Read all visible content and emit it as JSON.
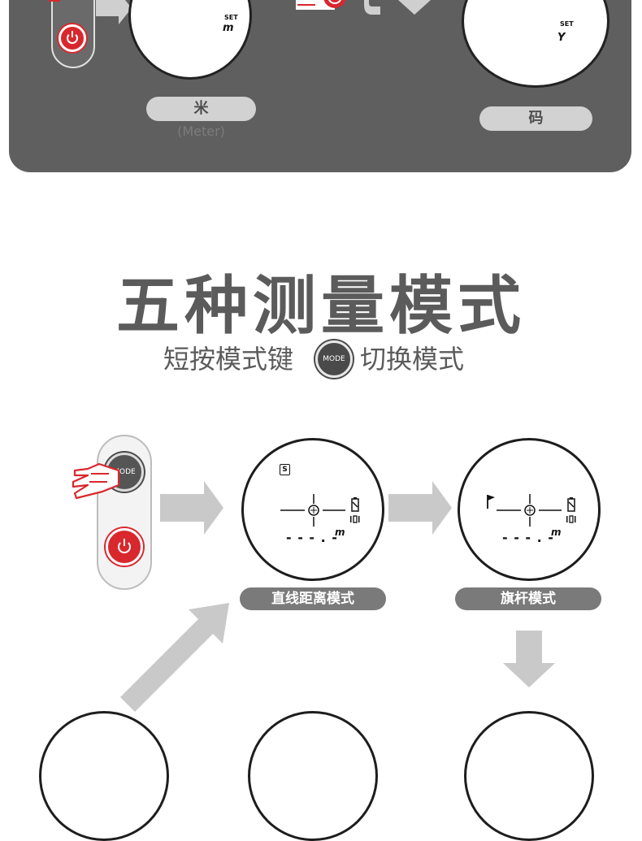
{
  "top_section": {
    "left_screen": {
      "set_label": "SET",
      "unit": "m"
    },
    "right_screen": {
      "set_label": "SET",
      "unit": "Y"
    },
    "meter_label": "米",
    "meter_sub": "(Meter)",
    "yard_label": "码"
  },
  "heading": {
    "title": "五种测量模式",
    "subtitle_left": "短按模式键",
    "mode_button_text": "MODE",
    "subtitle_right": "切换模式"
  },
  "modes": {
    "remote_mode_text": "MODE",
    "screen1": {
      "badge": "S",
      "dashes": "- - - . -",
      "unit": "m"
    },
    "screen2": {
      "dashes": "- - - . -",
      "unit": "m"
    },
    "mode1_label": "直线距离模式",
    "mode2_label": "旗杆模式"
  },
  "colors": {
    "panel": "#5f5f5f",
    "accent_red": "#d8282e",
    "pill_gray": "#7a7a7a",
    "arrow_gray": "#c9c9c9"
  }
}
